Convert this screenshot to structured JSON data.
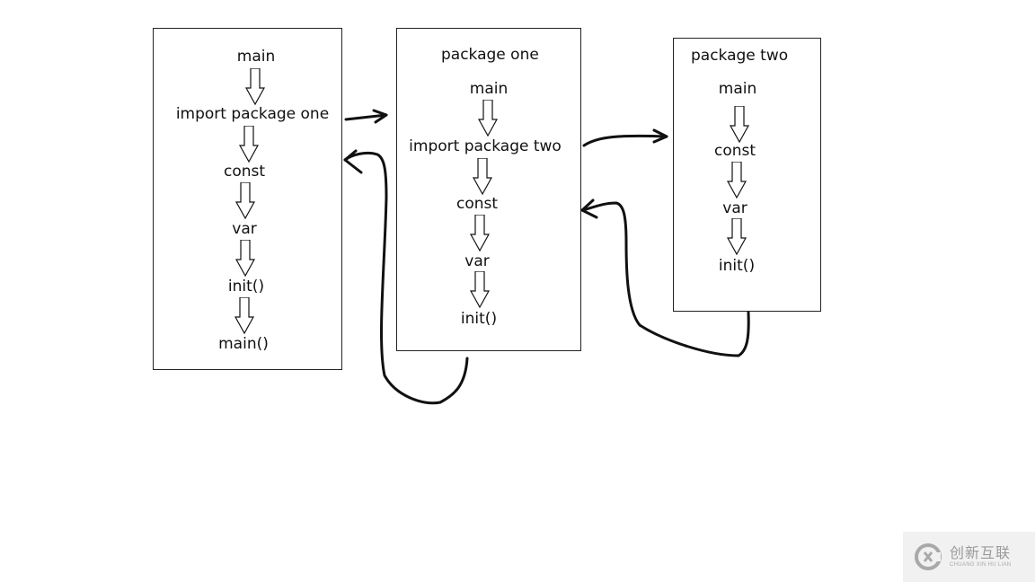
{
  "main_box": {
    "steps": [
      "main",
      "import package one",
      "const",
      "var",
      "init()",
      "main()"
    ]
  },
  "package_one_box": {
    "title": "package one",
    "steps": [
      "main",
      "import package two",
      "const",
      "var",
      "init()"
    ]
  },
  "package_two_box": {
    "title": "package two",
    "steps": [
      "main",
      "const",
      "var",
      "init()"
    ]
  },
  "watermark": {
    "logo_icon": "cx-logo-icon",
    "chinese": "创新互联",
    "english": "CHUANG XIN HU LIAN"
  },
  "colors": {
    "stroke": "#111111",
    "box_border": "#222222",
    "watermark_bg": "#f1f1f1"
  }
}
